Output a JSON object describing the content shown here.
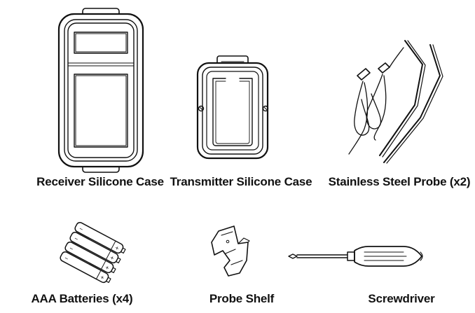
{
  "items": [
    {
      "key": "receiver_case",
      "label": "Receiver Silicone Case"
    },
    {
      "key": "transmitter_case",
      "label": "Transmitter Silicone Case"
    },
    {
      "key": "probes",
      "label": "Stainless Steel Probe (x2)"
    },
    {
      "key": "batteries",
      "label": "AAA Batteries (x4)"
    },
    {
      "key": "probe_shelf",
      "label": "Probe Shelf"
    },
    {
      "key": "screwdriver",
      "label": "Screwdriver"
    }
  ]
}
